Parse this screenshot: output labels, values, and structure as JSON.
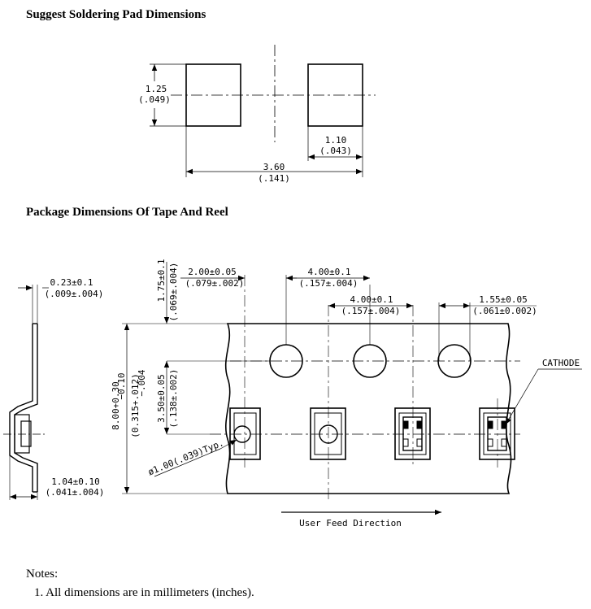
{
  "headings": {
    "pad": "Suggest Soldering Pad Dimensions",
    "tape": "Package Dimensions Of Tape And Reel"
  },
  "pad": {
    "height_mm": "1.25",
    "height_in": "(.049)",
    "width_mm": "1.10",
    "width_in": "(.043)",
    "span_mm": "3.60",
    "span_in": "(.141)"
  },
  "tape": {
    "thickness_mm": "0.23±0.1",
    "thickness_in": "(.009±.004)",
    "edge_mm": "1.75±0.1",
    "edge_in": "(.069±.004)",
    "p2_mm": "2.00±0.05",
    "p2_in": "(.079±.002)",
    "p0_mm": "4.00±0.1",
    "p0_in": "(.157±.004)",
    "p1_mm": "4.00±0.1",
    "p1_in": "(.157±.004)",
    "d0_mm": "1.55±0.05",
    "d0_in": "(.061±0.002)",
    "width_mm": "8.00+0.30",
    "width_mm_tol": "−0.10",
    "width_in": "(0.315+.012)",
    "width_in_tol": "−.004",
    "f_mm": "3.50±0.05",
    "f_in": "(.138±.002)",
    "hole": "ø1.00(.039)Typ.",
    "k0_mm": "1.04±0.10",
    "k0_in": "(.041±.004)",
    "cathode": "CATHODE",
    "feed": "User Feed Direction"
  },
  "notes": {
    "title": "Notes:",
    "items": [
      "1. All dimensions are in millimeters (inches)."
    ]
  }
}
